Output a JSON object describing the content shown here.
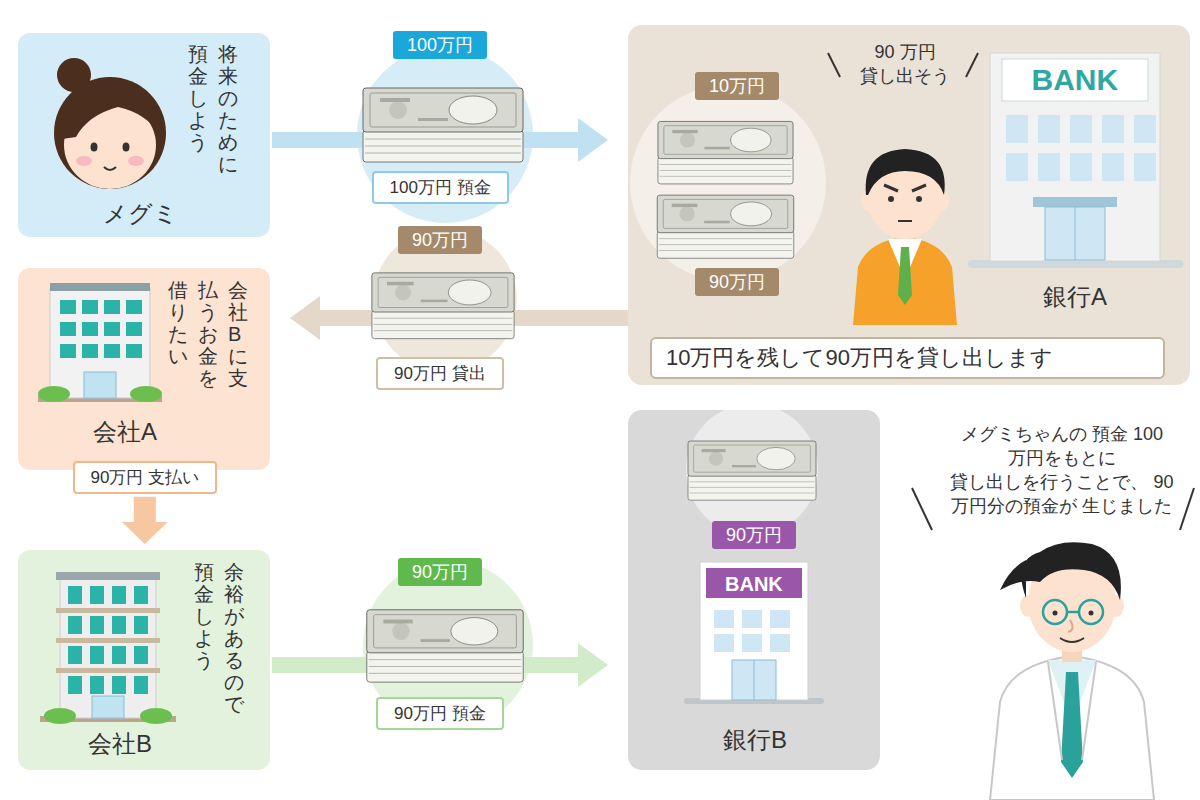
{
  "diagram": {
    "nodes": [
      {
        "text": [
          "将来のために預金しよう",
          "メグミ"
        ]
      },
      {
        "text": [
          "100万円"
        ]
      },
      {
        "text": [
          "100万円 預金"
        ]
      },
      {
        "text": [
          "銀行A"
        ]
      },
      {
        "text": [
          "10万円"
        ],
        "in": 3
      },
      {
        "text": [
          "90万円"
        ],
        "in": 3
      },
      {
        "text": [
          "10万円を残して90万円を貸し出します"
        ],
        "in": 3
      },
      {
        "text": [
          "会社Bに支払うお金を借りたい",
          "会社A"
        ]
      },
      {
        "text": [
          "90万円"
        ]
      },
      {
        "text": [
          "90万円 貸出"
        ]
      },
      {
        "text": [
          "90万円 支払い"
        ]
      },
      {
        "text": [
          "余裕があるので預金しよう",
          "会社B"
        ]
      },
      {
        "text": [
          "90万円"
        ]
      },
      {
        "text": [
          "90万円 預金"
        ]
      },
      {
        "text": [
          "銀行B"
        ]
      },
      {
        "text": [
          "90万円"
        ],
        "in": 14
      }
    ],
    "edges": [
      {
        "from": 0,
        "to": 3,
        "arrow": "to"
      },
      {
        "from": 3,
        "to": 7,
        "arrow": "to"
      },
      {
        "from": 10,
        "to": 11,
        "arrow": "to"
      },
      {
        "from": 11,
        "to": 14,
        "arrow": "to"
      }
    ],
    "labels": [
      "90 万円 貸し出そう",
      "BANK",
      "BANK",
      "メグミちゃんの 預金 100 万円をもとに 貸し出しを行うことで、 90 万円分の預金が 生じました"
    ]
  }
}
